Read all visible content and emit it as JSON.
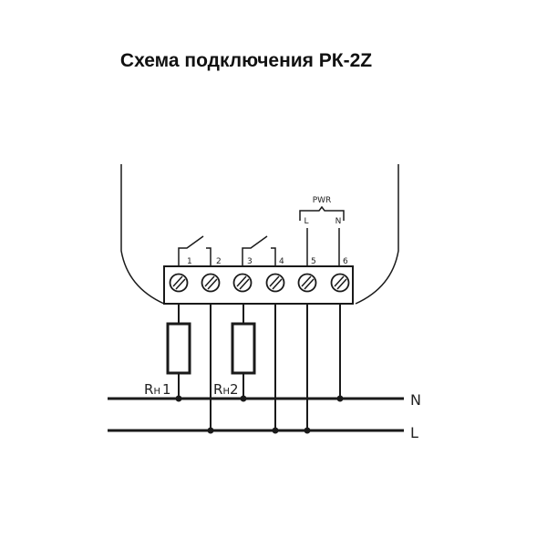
{
  "title": "Схема подключения РК-2Z",
  "terminals": [
    "1",
    "2",
    "3",
    "4",
    "5",
    "6"
  ],
  "power": {
    "label": "PWR",
    "live": "L",
    "neutral": "N"
  },
  "loads": [
    {
      "label_main": "R",
      "label_sub": "H",
      "label_num": "1"
    },
    {
      "label_main": "R",
      "label_sub": "H",
      "label_num": "2"
    }
  ],
  "bus": {
    "neutral": "N",
    "live": "L"
  }
}
